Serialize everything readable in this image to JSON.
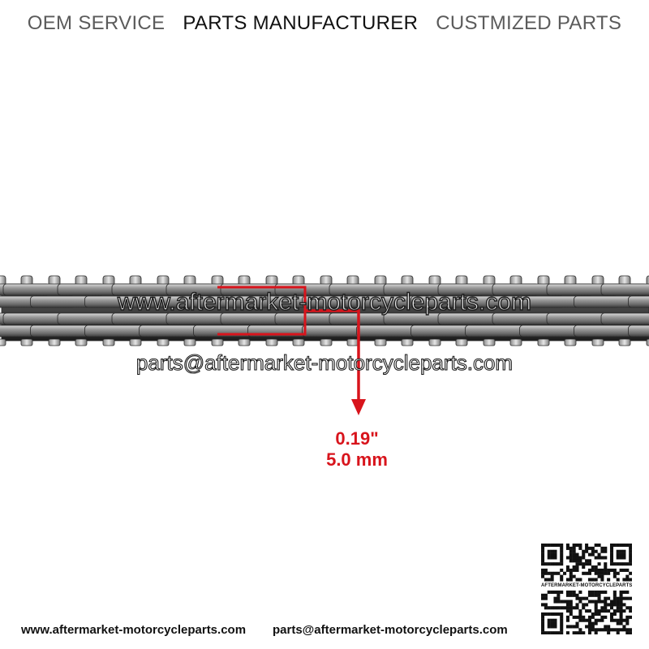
{
  "header": {
    "oem_service": "OEM SERVICE",
    "parts_manufacturer": "PARTS MANUFACTURER",
    "customized_parts": "CUSTMIZED PARTS"
  },
  "watermark": {
    "url": "www.aftermarket-motorcycleparts.com",
    "email": "parts@aftermarket-motorcycleparts.com"
  },
  "measurement": {
    "inches": "0.19\"",
    "mm": "5.0 mm",
    "color": "#d8141c"
  },
  "footer": {
    "url": "www.aftermarket-motorcycleparts.com",
    "email": "parts@aftermarket-motorcycleparts.com"
  },
  "qr": {
    "caption": "AFTERMARKET-MOTORCYCLEPARTS"
  },
  "colors": {
    "header_grey": "#5b5b5b",
    "header_black": "#111111",
    "chain_steel": "#8e8e8e"
  }
}
